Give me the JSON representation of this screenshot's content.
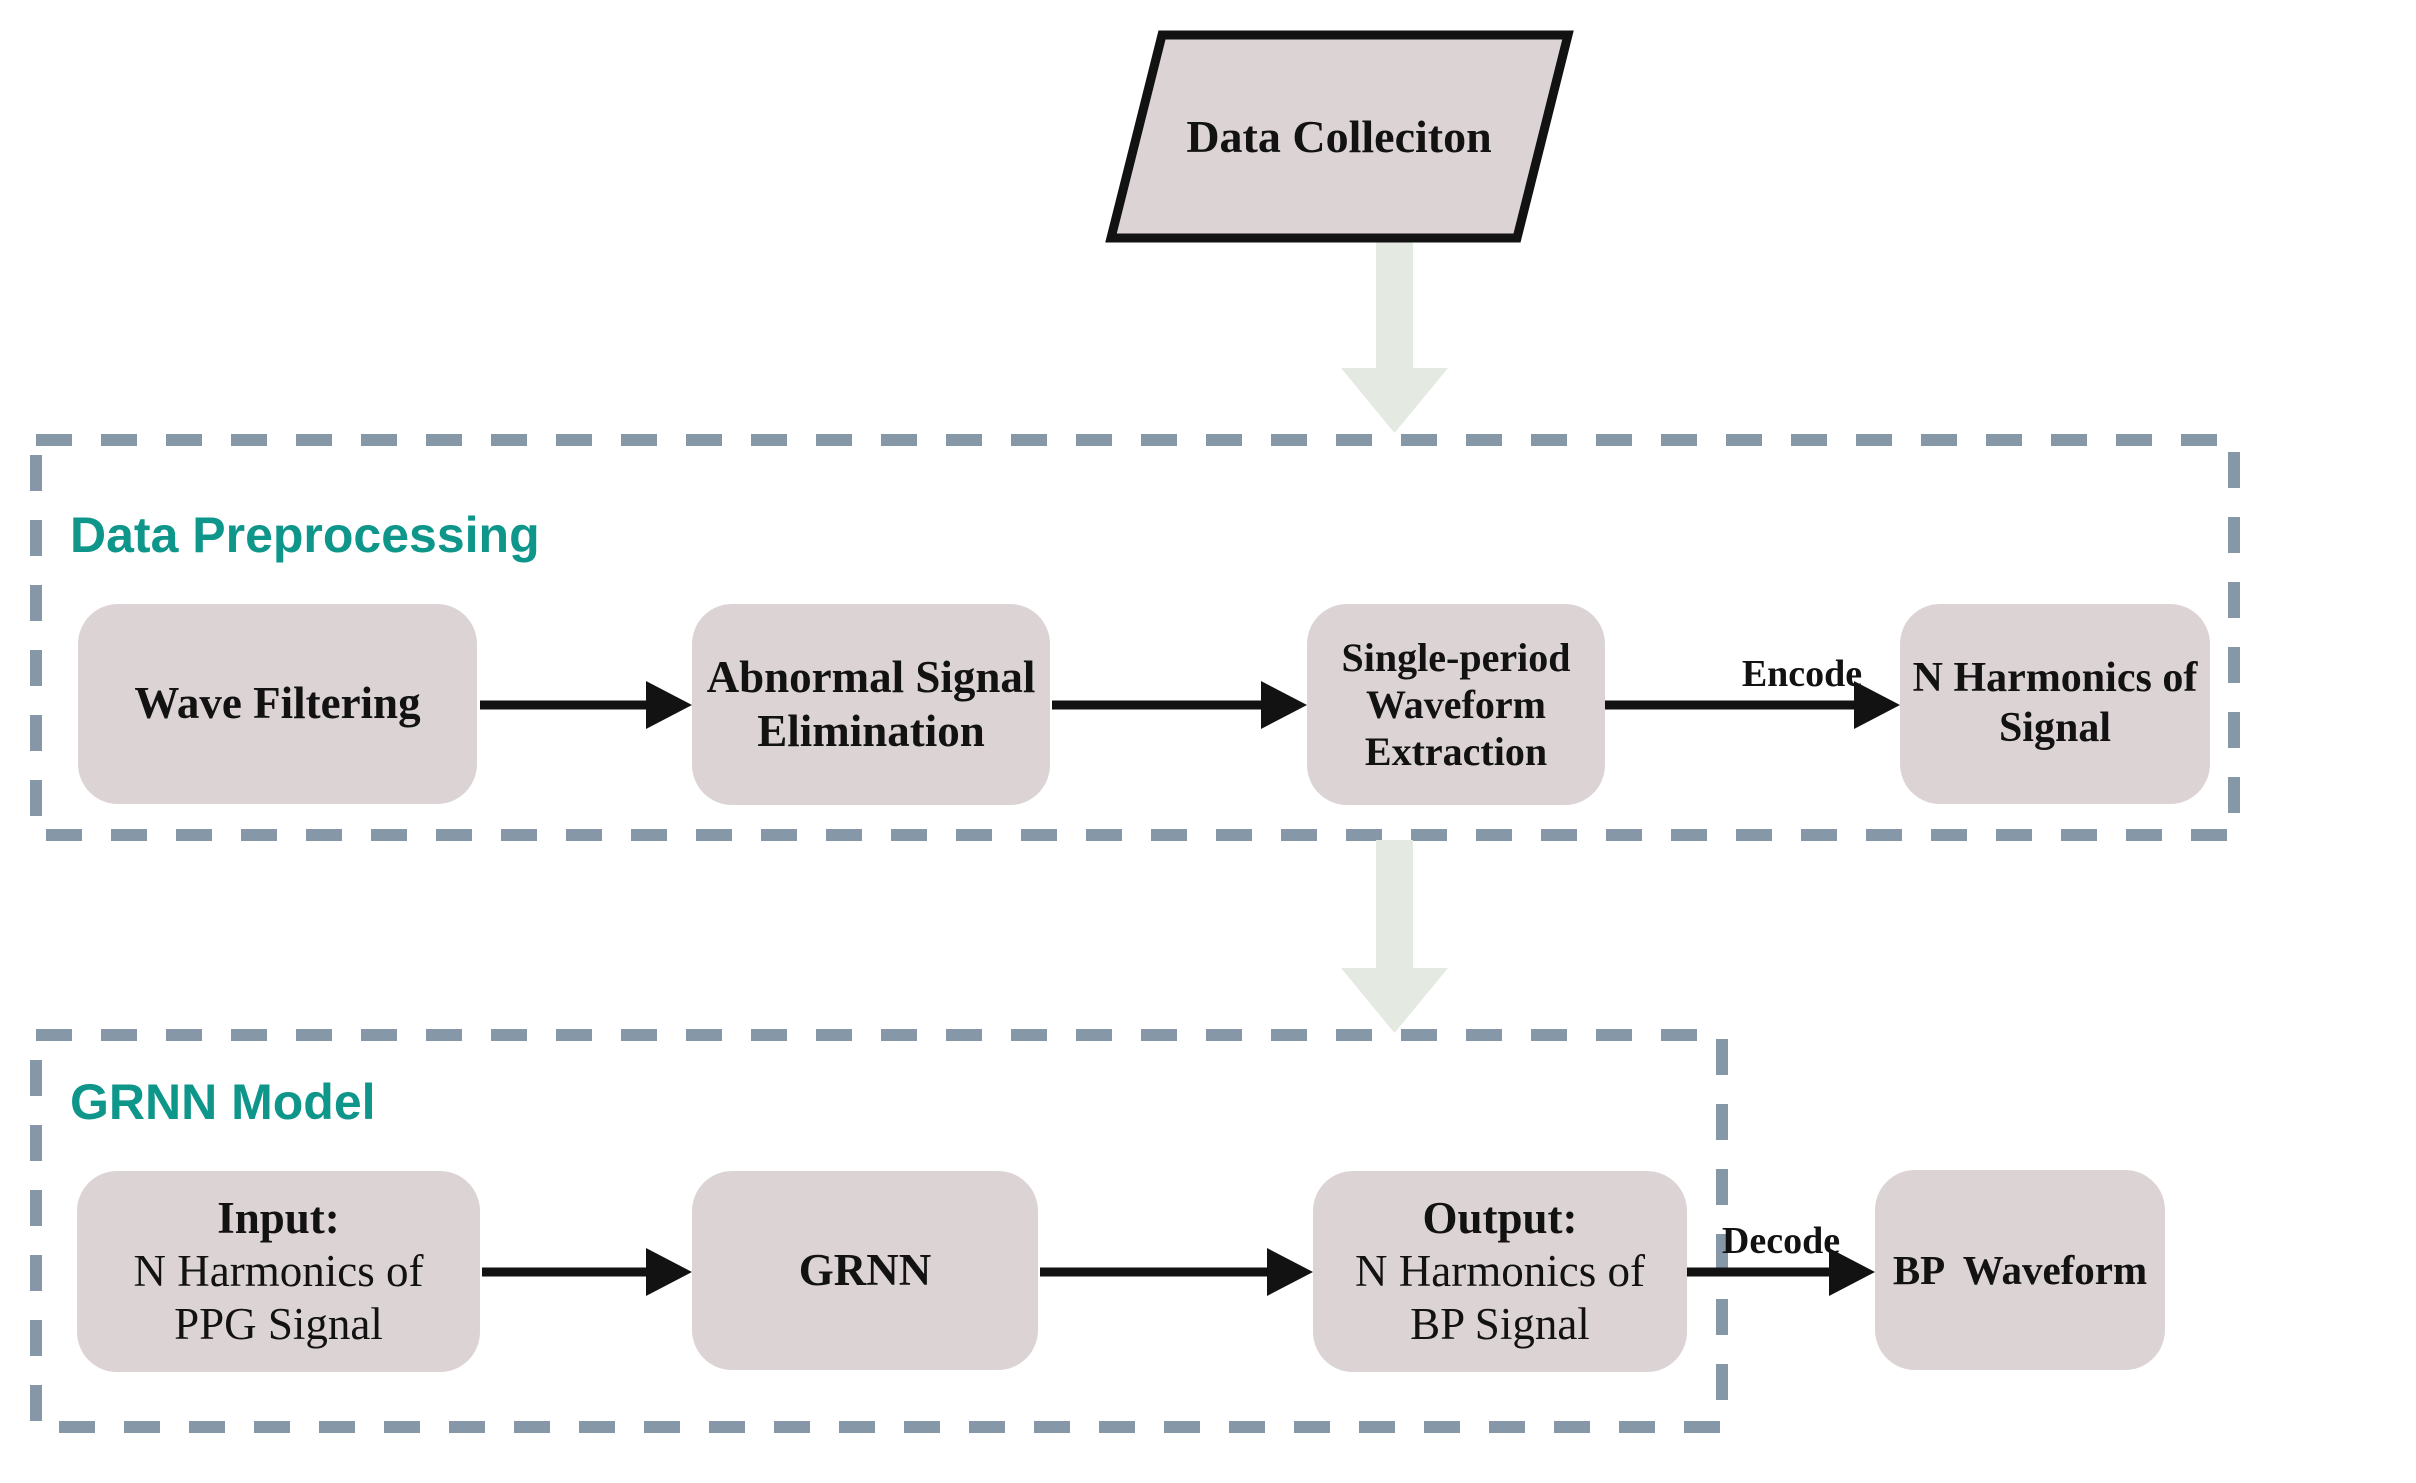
{
  "colors": {
    "teal": "#0E968B",
    "node-fill": "#DCD3D4",
    "dash": "#8697A7",
    "pale-arrow": "#E4E9E1",
    "ink": "#121212"
  },
  "nodes": {
    "data_collection": "Data Colleciton",
    "wave_filtering": "Wave Filtering",
    "abnormal_signal": "Abnormal Signal\nElimination",
    "single_period": "Single-period\nWaveform\nExtraction",
    "n_harmonics_signal": "N Harmonics of\nSignal",
    "input_title": "Input:",
    "input_body": "N Harmonics of\nPPG Signal",
    "grnn": "GRNN",
    "output_title": "Output:",
    "output_body": "N Harmonics of\nBP Signal",
    "bp_waveform": "BP  Waveform"
  },
  "sections": {
    "preprocessing": "Data Preprocessing",
    "grnn_model": "GRNN Model"
  },
  "edge_labels": {
    "encode": "Encode",
    "decode": "Decode"
  }
}
